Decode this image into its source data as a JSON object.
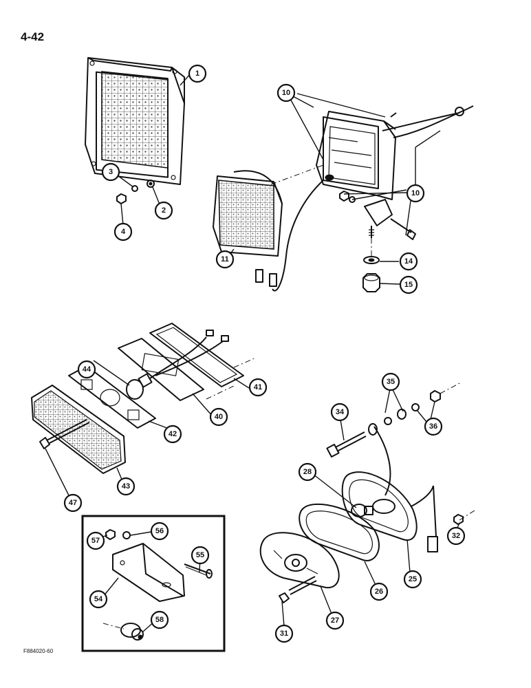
{
  "page_number": "4-42",
  "figure_code": "F884020-60",
  "callouts": {
    "c1": "1",
    "c2": "2",
    "c3": "3",
    "c4": "4",
    "c10a": "10",
    "c10b": "10",
    "c11": "11",
    "c14": "14",
    "c15": "15",
    "c25": "25",
    "c26": "26",
    "c27": "27",
    "c28": "28",
    "c31": "31",
    "c32": "32",
    "c34": "34",
    "c35": "35",
    "c36": "36",
    "c40": "40",
    "c41": "41",
    "c42": "42",
    "c43": "43",
    "c44": "44",
    "c47": "47",
    "c54": "54",
    "c55": "55",
    "c56": "56",
    "c57": "57",
    "c58": "58"
  }
}
